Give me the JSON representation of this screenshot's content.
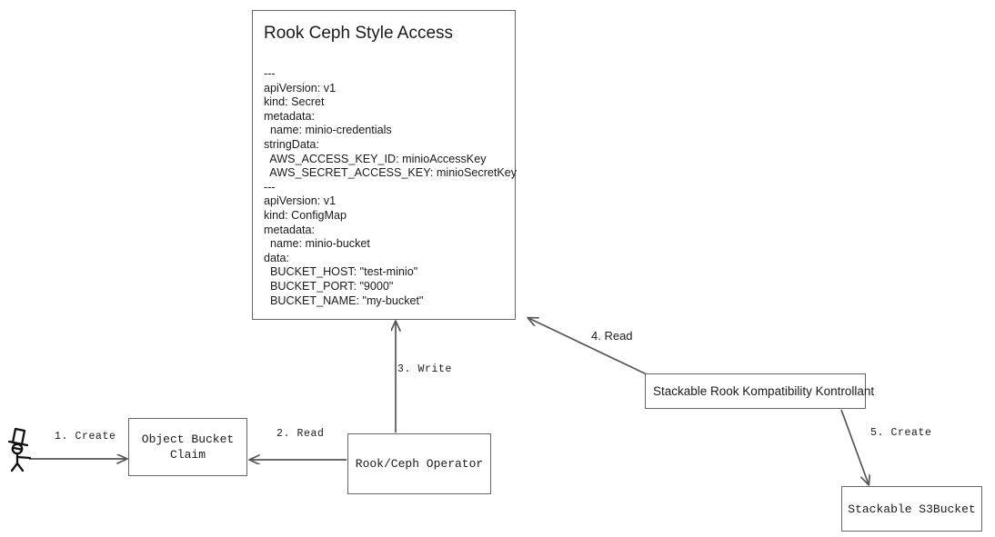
{
  "diagram": {
    "title": "Rook Ceph Style Access flow",
    "colors": {
      "stroke": "#666666",
      "text": "#1a1a1a",
      "arrow": "#555555",
      "background": "#ffffff"
    }
  },
  "yaml_card": {
    "title": "Rook Ceph Style Access",
    "body": "---\napiVersion: v1\nkind: Secret\nmetadata:\n  name: minio-credentials\nstringData:\n  AWS_ACCESS_KEY_ID: minioAccessKey\n  AWS_SECRET_ACCESS_KEY: minioSecretKey\n---\napiVersion: v1\nkind: ConfigMap\nmetadata:\n  name: minio-bucket\ndata:\n  BUCKET_HOST: \"test-minio\"\n  BUCKET_PORT: \"9000\"\n  BUCKET_NAME: \"my-bucket\""
  },
  "nodes": {
    "object_bucket_claim": "Object Bucket\nClaim",
    "operator": "Rook/Ceph Operator",
    "srkk": "Stackable Rook Kompatibility Kontrollant",
    "s3bucket": "Stackable S3Bucket"
  },
  "edges": [
    {
      "id": "create-1",
      "label": "1. Create",
      "from": "actor",
      "to": "object_bucket_claim"
    },
    {
      "id": "read-2",
      "label": "2. Read",
      "from": "operator",
      "to": "object_bucket_claim"
    },
    {
      "id": "write-3",
      "label": "3. Write",
      "from": "operator",
      "to": "yaml_card"
    },
    {
      "id": "read-4",
      "label": "4. Read",
      "from": "srkk",
      "to": "yaml_card"
    },
    {
      "id": "create-5",
      "label": "5. Create",
      "from": "srkk",
      "to": "s3bucket"
    }
  ],
  "actor": {
    "name": "user-actor",
    "description": "stick figure with top hat and glasses"
  }
}
